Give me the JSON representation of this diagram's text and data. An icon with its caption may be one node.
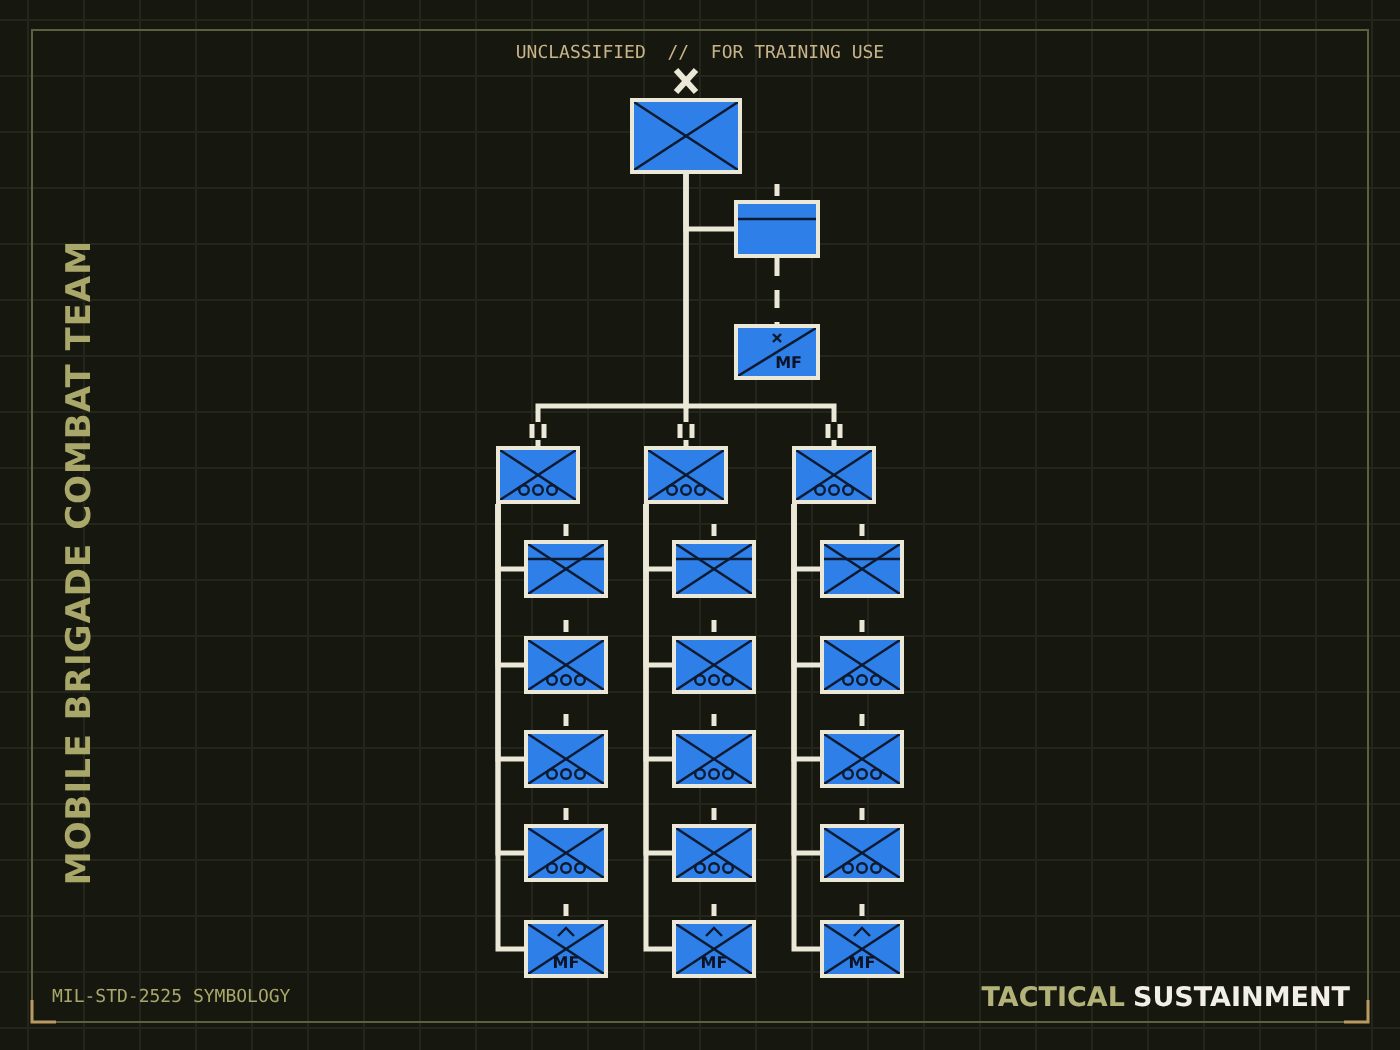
{
  "diagram": {
    "title": "MOBILE BRIGADE COMBAT TEAM",
    "nodes": [
      {
        "text": [],
        "shape": "box"
      },
      {
        "text": [],
        "shape": "box"
      },
      {
        "text": [
          "MF"
        ]
      },
      {
        "text": [],
        "shape": "box"
      },
      {
        "text": [],
        "shape": "box"
      },
      {
        "text": [],
        "shape": "box"
      },
      {
        "text": [],
        "shape": "box"
      },
      {
        "text": [],
        "shape": "box"
      },
      {
        "text": [],
        "shape": "box"
      },
      {
        "text": [],
        "shape": "box"
      },
      {
        "text": [
          "MF"
        ]
      },
      {
        "text": [],
        "shape": "box"
      },
      {
        "text": [],
        "shape": "box"
      },
      {
        "text": [],
        "shape": "box"
      },
      {
        "text": [],
        "shape": "box"
      },
      {
        "text": [
          "MF"
        ]
      },
      {
        "text": [],
        "shape": "box"
      },
      {
        "text": [],
        "shape": "box"
      },
      {
        "text": [],
        "shape": "box"
      },
      {
        "text": [],
        "shape": "box"
      },
      {
        "text": [
          "MF"
        ]
      }
    ],
    "edges": [
      {
        "from": 0,
        "to": 1,
        "arrow": "none"
      },
      {
        "from": 1,
        "to": 2,
        "arrow": "none",
        "style": "dashed"
      },
      {
        "from": 0,
        "to": 3,
        "arrow": "none"
      },
      {
        "from": 0,
        "to": 4,
        "arrow": "none"
      },
      {
        "from": 0,
        "to": 5,
        "arrow": "none"
      },
      {
        "from": 3,
        "to": 6,
        "arrow": "none"
      },
      {
        "from": 3,
        "to": 7,
        "arrow": "none"
      },
      {
        "from": 3,
        "to": 8,
        "arrow": "none"
      },
      {
        "from": 3,
        "to": 9,
        "arrow": "none"
      },
      {
        "from": 3,
        "to": 10,
        "arrow": "none"
      },
      {
        "from": 4,
        "to": 11,
        "arrow": "none"
      },
      {
        "from": 4,
        "to": 12,
        "arrow": "none"
      },
      {
        "from": 4,
        "to": 13,
        "arrow": "none"
      },
      {
        "from": 4,
        "to": 14,
        "arrow": "none"
      },
      {
        "from": 4,
        "to": 15,
        "arrow": "none"
      },
      {
        "from": 5,
        "to": 16,
        "arrow": "none"
      },
      {
        "from": 5,
        "to": 17,
        "arrow": "none"
      },
      {
        "from": 5,
        "to": 18,
        "arrow": "none"
      },
      {
        "from": 5,
        "to": 19,
        "arrow": "none"
      },
      {
        "from": 5,
        "to": 20,
        "arrow": "none"
      }
    ],
    "labels": [
      "UNCLASSIFIED  //  FOR TRAINING USE",
      "MIL-STD-2525 SYMBOLOGY",
      "TACTICAL",
      "SUSTAINMENT"
    ]
  }
}
